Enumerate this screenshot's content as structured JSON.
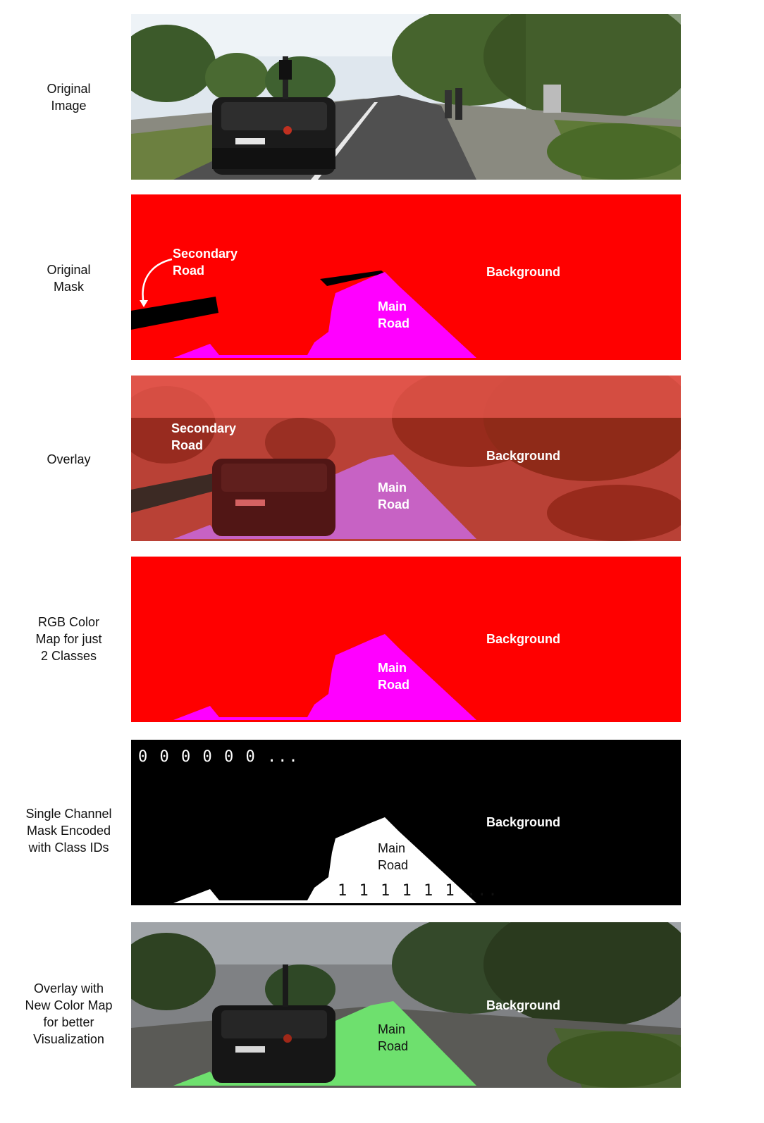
{
  "rows": [
    {
      "label": "Original\nImage"
    },
    {
      "label": "Original\nMask"
    },
    {
      "label": "Overlay"
    },
    {
      "label": "RGB Color\nMap for just\n2 Classes"
    },
    {
      "label": "Single Channel\nMask Encoded\nwith Class IDs"
    },
    {
      "label": "Overlay with\nNew Color Map\nfor better\nVisualization"
    }
  ],
  "annotations": {
    "secondary_road": "Secondary\nRoad",
    "main_road": "Main\nRoad",
    "background": "Background",
    "class_ids_background": "0 0 0 0 0 0 ...",
    "class_ids_road": "1 1 1 1 1 1 ..."
  },
  "colors": {
    "background_class": "#ff0000",
    "main_road_class": "#ff00ff",
    "secondary_road_class": "#000000",
    "binary_background": "#000000",
    "binary_road": "#ffffff",
    "overlay_road_green": "#6ee06e"
  }
}
